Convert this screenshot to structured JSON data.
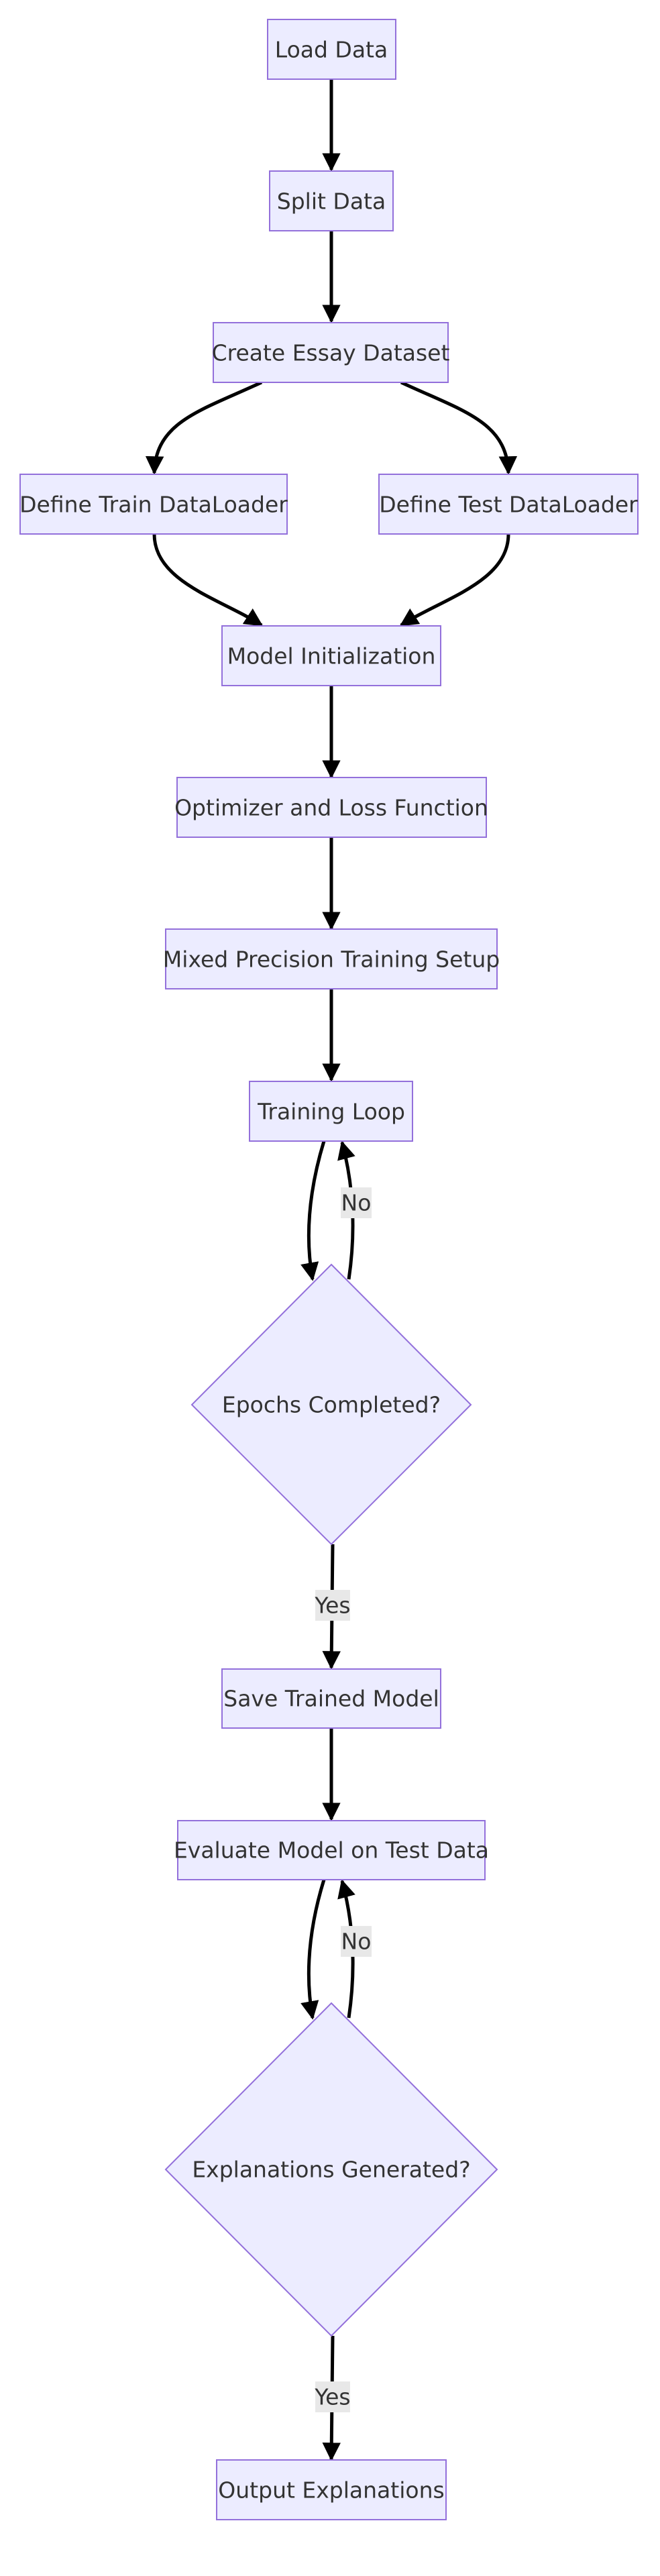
{
  "colors": {
    "node_fill": "#ECECFF",
    "node_stroke": "#9370DB",
    "edge": "#000000",
    "label_bg": "#E8E8E8",
    "text": "#333333"
  },
  "nodes": {
    "load_data": "Load Data",
    "split_data": "Split Data",
    "create_dataset": "Create Essay Dataset",
    "train_loader": "Define Train DataLoader",
    "test_loader": "Define Test DataLoader",
    "model_init": "Model Initialization",
    "optimizer": "Optimizer and Loss Function",
    "mixed_precision": "Mixed Precision Training Setup",
    "training_loop": "Training Loop",
    "epochs_completed": "Epochs Completed?",
    "save_model": "Save Trained Model",
    "evaluate": "Evaluate Model on Test Data",
    "explanations_generated": "Explanations Generated?",
    "output_explanations": "Output Explanations"
  },
  "edge_labels": {
    "epochs_no": "No",
    "epochs_yes": "Yes",
    "explanations_no": "No",
    "explanations_yes": "Yes"
  }
}
